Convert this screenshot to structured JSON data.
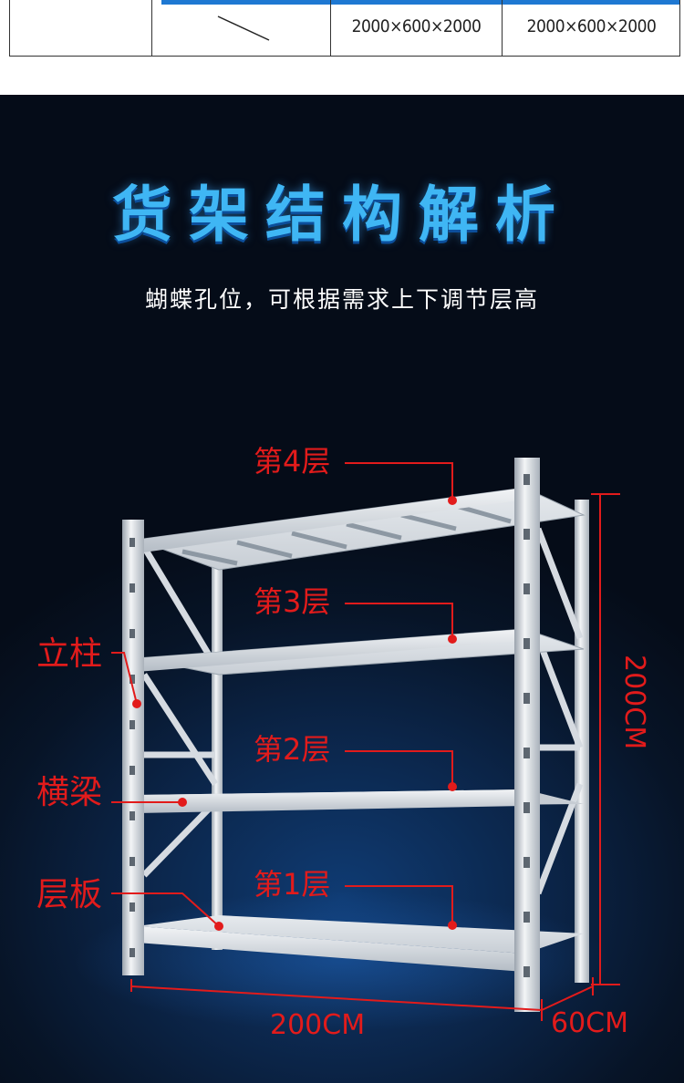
{
  "spec_table": {
    "col1": "",
    "col2_icon": "diagonal-slash",
    "col3": "2000×600×2000",
    "col4": "2000×600×2000"
  },
  "hero": {
    "title": "货架结构解析",
    "subtitle": "蝴蝶孔位，可根据需求上下调节层高"
  },
  "labels": {
    "layer4": "第4层",
    "layer3": "第3层",
    "layer2": "第2层",
    "layer1": "第1层",
    "upright": "立柱",
    "beam": "横梁",
    "shelf": "层板"
  },
  "dimensions": {
    "height": "200CM",
    "width": "200CM",
    "depth": "60CM"
  },
  "colors": {
    "accent_blue": "#3fb6f4",
    "annotation_red": "#e21b1b",
    "table_header_blue": "#1e78d2"
  }
}
